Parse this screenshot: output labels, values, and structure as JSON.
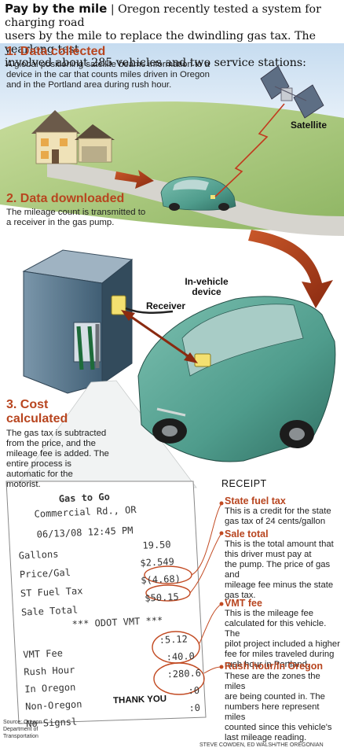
{
  "header": {
    "lead": "Pay by the mile",
    "separator": "|",
    "line1": " Oregon recently tested a system for charging road",
    "line2": "users by the mile to replace the dwindling gas tax. The yearlong test",
    "line3": "involved about 285 vehicles and two service stations:"
  },
  "steps": [
    {
      "title": "1. Data collected",
      "lines": [
        "A global positioning satellite beams information to a",
        "device in the car that counts miles driven in Oregon",
        "and in the Portland area during rush hour."
      ]
    },
    {
      "title": "2. Data downloaded",
      "lines": [
        "The mileage count is transmitted to",
        "a receiver in the gas pump."
      ]
    },
    {
      "title_lines": [
        "3. Cost",
        "calculated"
      ],
      "lines": [
        "The gas tax is subtracted",
        "from the price, and the",
        "mileage fee is added. The",
        "entire process is",
        "automatic for the",
        "motorist."
      ]
    }
  ],
  "labels": {
    "satellite": "Satellite",
    "in_vehicle": [
      "In-vehicle",
      "device"
    ],
    "receiver": "Receiver",
    "receipt": "RECEIPT"
  },
  "receipt": {
    "store": "Gas to Go",
    "address": "Commercial Rd., OR",
    "datetime": "06/13/08 12:45 PM",
    "rows": [
      {
        "label": "Gallons",
        "value": "19.50"
      },
      {
        "label": "Price/Gal",
        "value": "$2.549"
      },
      {
        "label": "ST Fuel Tax",
        "value": "$(4.68)"
      },
      {
        "label": "Sale Total",
        "value": "$50.15"
      }
    ],
    "vmt_header": "*** ODOT VMT ***",
    "vmt_rows": [
      {
        "label": "VMT Fee",
        "value": ":5.12"
      },
      {
        "label": "Rush Hour",
        "value": ":40.0"
      },
      {
        "label": "In Oregon",
        "value": ":280.6"
      },
      {
        "label": "Non-Oregon",
        "value": ":0"
      },
      {
        "label": "No Signsl",
        "value": ":0"
      }
    ],
    "thanks": "THANK YOU"
  },
  "annotations": [
    {
      "title": "State fuel tax",
      "lines": [
        "This is a credit for the state",
        "gas tax of 24 cents/gallon"
      ]
    },
    {
      "title": "Sale total",
      "lines": [
        "This is the total amount that",
        "this driver must pay at",
        "the pump. The price of gas and",
        "mileage fee minus the state",
        "gas tax."
      ]
    },
    {
      "title": "VMT fee",
      "lines": [
        "This is the mileage fee",
        "calculated for this vehicle. The",
        "pilot project included a higher",
        "fee for miles traveled during",
        "rush hour in Portland."
      ]
    },
    {
      "title": "Rush hour/In Oregon",
      "lines": [
        "These are the zones the miles",
        "are being counted in. The",
        "numbers here represent miles",
        "counted since this vehicle's",
        "last mileage reading."
      ]
    }
  ],
  "source": [
    "Source: Oregon",
    "Department of",
    "Transportation"
  ],
  "credit": "STEVE COWDEN, ED  WALSH/THE OREGONIAN",
  "colors": {
    "accent": "#b8451f",
    "car": "#4f9c8c",
    "grass": "#b4cf84",
    "sky": "#cfe0f0",
    "road": "#d6d4ce",
    "pump": "#5a7a90"
  }
}
